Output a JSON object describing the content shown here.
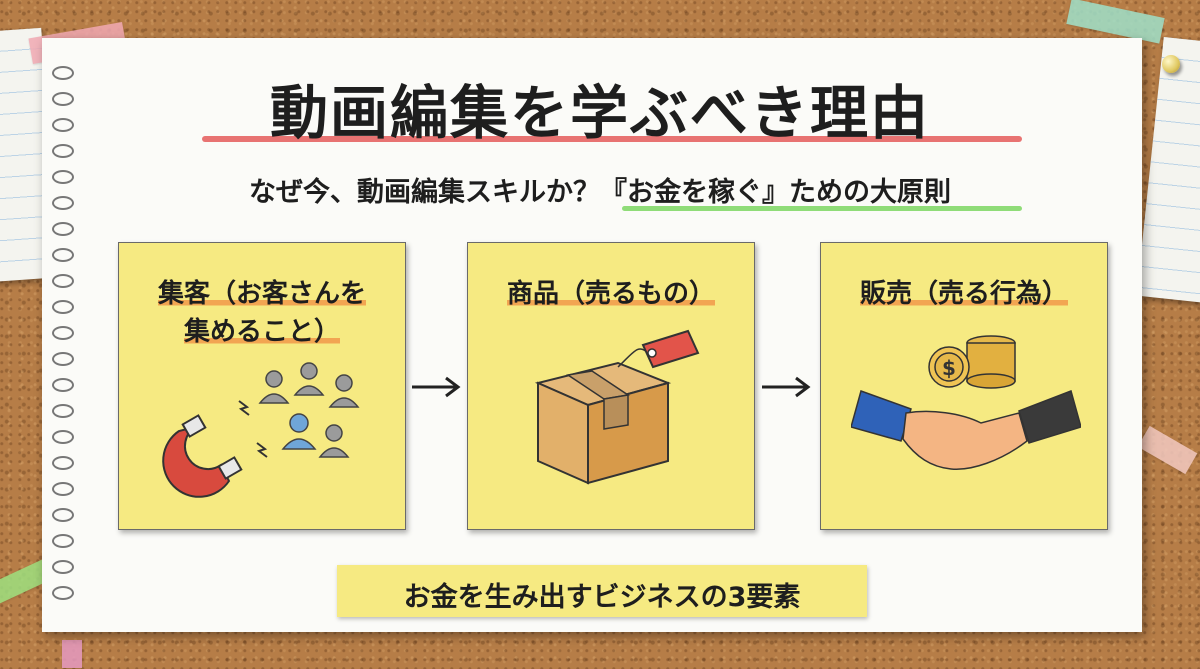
{
  "title": "動画編集を学ぶべき理由",
  "subtitle": "なぜ今、動画編集スキルか？『お金を稼ぐ』ための大原則",
  "cards": [
    {
      "label_line1": "集客（お客さんを",
      "label_line2": "集めること）",
      "icon": "magnet-people-icon"
    },
    {
      "label_line1": "商品（売るもの）",
      "label_line2": "",
      "icon": "box-price-tag-icon"
    },
    {
      "label_line1": "販売（売る行為）",
      "label_line2": "",
      "icon": "handshake-coins-icon"
    }
  ],
  "footer": "お金を生み出すビジネスの3要素",
  "colors": {
    "cork": "#b67d47",
    "note": "#f6ea82",
    "title_underline": "#e45a5a",
    "subtitle_underline": "#8fdc78",
    "label_highlight": "#f2a552"
  }
}
